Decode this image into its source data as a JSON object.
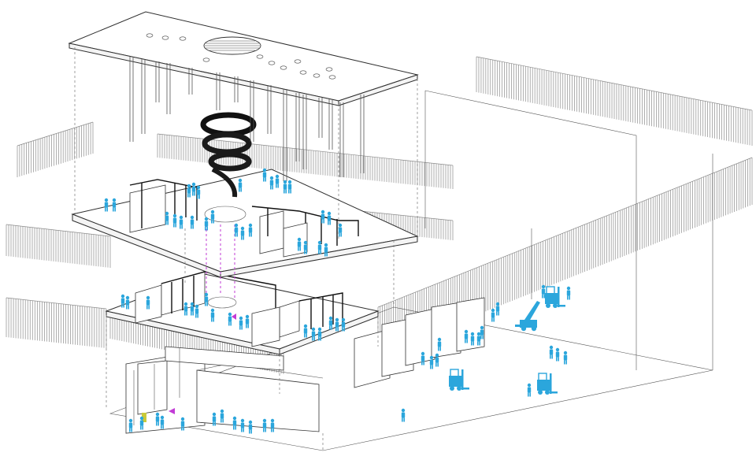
{
  "diagram": {
    "type": "exploded-axonometric-building",
    "labels": [],
    "colors": {
      "linework": "#3a3a3a",
      "people": "#2ba6dc",
      "stair": "#1a1a1a",
      "accent_magenta": "#c23bd6",
      "accent_yellow": "#c9c93a",
      "background": "#ffffff"
    },
    "layers": [
      {
        "id": "roof",
        "note_icon": "roof-plate"
      },
      {
        "id": "upper-floor",
        "note_icon": "floor-plate"
      },
      {
        "id": "mezzanine",
        "note_icon": "floor-plate"
      },
      {
        "id": "ground-hall",
        "note_icon": "ground-plate"
      }
    ],
    "people_icon": "person-icon",
    "forklift_icon": "forklift-icon",
    "crane_icon": "telescopic-handler-icon"
  }
}
